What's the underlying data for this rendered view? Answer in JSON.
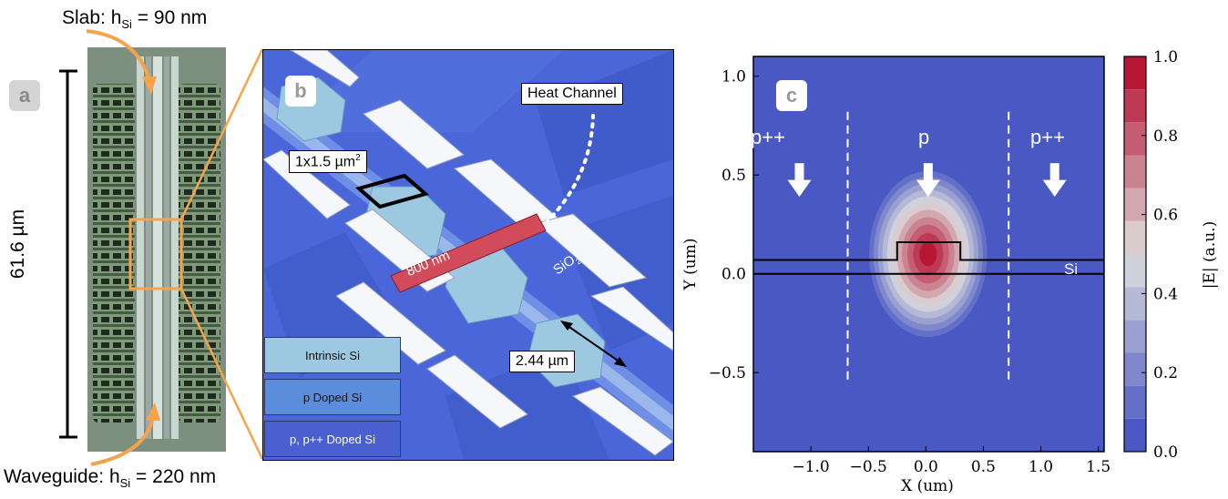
{
  "panel_a": {
    "tag": "a",
    "slab_label": "Slab: h",
    "slab_sub": "Si",
    "slab_value": " = 90 nm",
    "waveguide_label": "Waveguide: h",
    "waveguide_sub": "Si",
    "waveguide_value": " = 220 nm",
    "length_label": "61.6 µm"
  },
  "panel_b": {
    "tag": "b",
    "heat_channel": "Heat Channel",
    "cell_size": "1x1.5 µm",
    "cell_size_sup": "2",
    "width_label": "800 nm",
    "sio2": "SiO",
    "sio2_sub": "2",
    "pitch_label": "2.44 µm",
    "legend": [
      "Intrinsic Si",
      "p Doped Si",
      "p, p++ Doped Si"
    ]
  },
  "panel_c": {
    "tag": "c",
    "region_labels": [
      "p++",
      "p",
      "p++"
    ],
    "si_label": "Si",
    "colorbar_label": "|E| (a.u.)"
  },
  "chart_data": {
    "type": "heatmap",
    "title": "",
    "xlabel": "X (um)",
    "ylabel": "Y (um)",
    "xlim": [
      -1.5,
      1.55
    ],
    "ylim": [
      -0.9,
      1.1
    ],
    "xticks": [
      -1.0,
      -0.5,
      0.0,
      0.5,
      1.0,
      1.5
    ],
    "xtick_labels": [
      "−1.0",
      "−0.5",
      "0.0",
      "0.5",
      "1.0",
      "1.5"
    ],
    "yticks": [
      1.0,
      0.5,
      0.0,
      -0.5
    ],
    "ytick_labels": [
      "1.0",
      "0.5",
      "0.0",
      "−0.5"
    ],
    "colorbar": {
      "range": [
        0.0,
        1.0
      ],
      "ticks": [
        0.0,
        0.2,
        0.4,
        0.6,
        0.8,
        1.0
      ],
      "tick_labels": [
        "0.0",
        "0.2",
        "0.4",
        "0.6",
        "0.8",
        "1.0"
      ],
      "levels": 12,
      "low_color": "#3b4cc0",
      "mid_color": "#dddddd",
      "high_color": "#b40426"
    },
    "mode_center": [
      0.02,
      0.1
    ],
    "region_boundaries_x": [
      -0.68,
      0.72
    ],
    "waveguide": {
      "x": [
        -0.25,
        0.3
      ],
      "y": [
        0.0,
        0.16
      ]
    },
    "slab": {
      "y": [
        0.0,
        0.07
      ]
    },
    "grid": false
  }
}
